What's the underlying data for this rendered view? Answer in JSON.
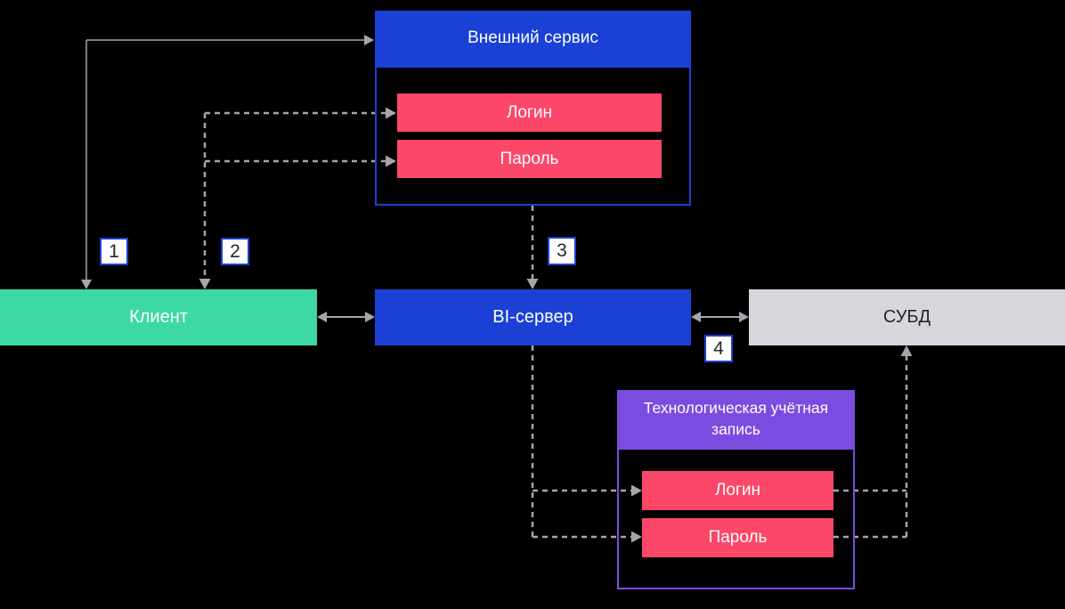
{
  "colors": {
    "background": "#000000",
    "blue": "#1b40d6",
    "green": "#3cd9a3",
    "pink": "#fc4768",
    "purple": "#7c4ce0",
    "gray_box": "#d8d5dd",
    "line": "#a5a5ae",
    "label_border": "#1b40d6",
    "dark_text": "#26262e",
    "white_text": "#ffffff"
  },
  "nodes": {
    "external_service": {
      "title": "Внешний сервис",
      "fields": [
        {
          "label": "Логин"
        },
        {
          "label": "Пароль"
        }
      ]
    },
    "client": {
      "label": "Клиент"
    },
    "bi_server": {
      "label": "BI-сервер"
    },
    "dbms": {
      "label": "СУБД"
    },
    "tech_account": {
      "title": "Технологическая учётная запись",
      "fields": [
        {
          "label": "Логин"
        },
        {
          "label": "Пароль"
        }
      ]
    }
  },
  "step_labels": [
    {
      "value": "1"
    },
    {
      "value": "2"
    },
    {
      "value": "3"
    },
    {
      "value": "4"
    }
  ]
}
